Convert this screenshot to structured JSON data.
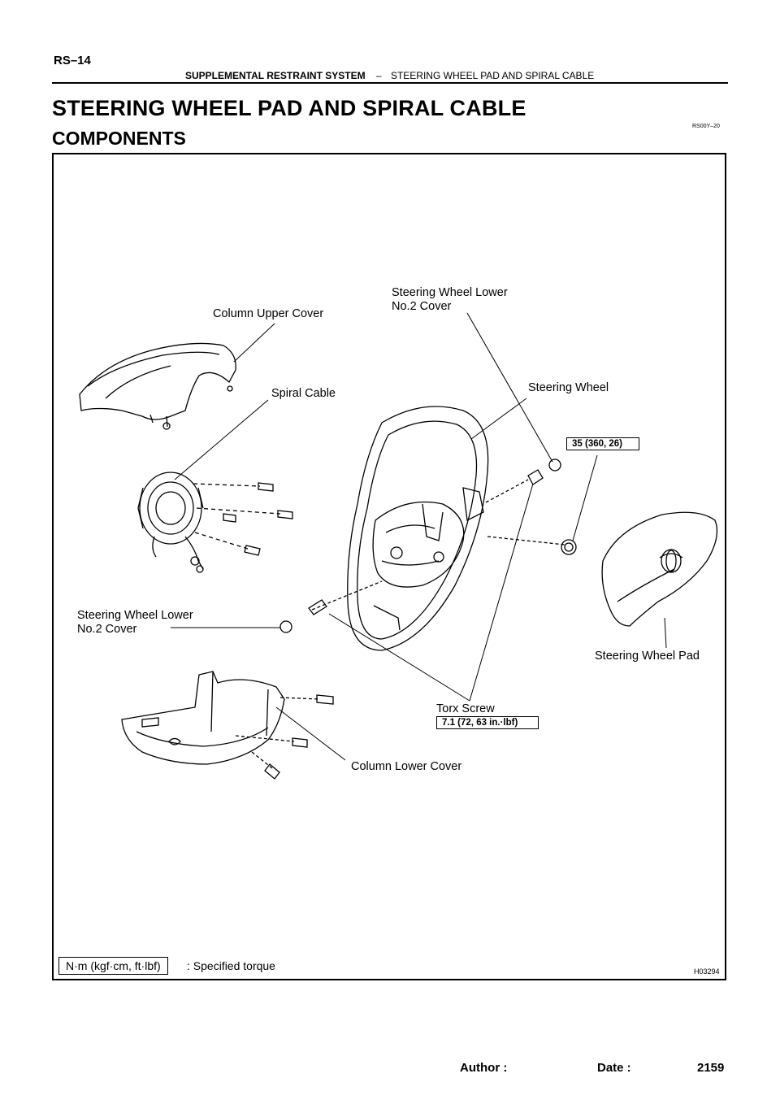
{
  "header": {
    "page_number": "RS–14",
    "section": "SUPPLEMENTAL RESTRAINT SYSTEM",
    "dash": "–",
    "subsection": "STEERING WHEEL PAD AND SPIRAL CABLE"
  },
  "title": "STEERING WHEEL PAD AND SPIRAL CABLE",
  "subtitle": "COMPONENTS",
  "doc_code": "RS00Y–20",
  "figure": {
    "labels": {
      "column_upper_cover": "Column Upper Cover",
      "wheel_lower_cover_top_1": "Steering Wheel Lower",
      "wheel_lower_cover_top_2": "No.2 Cover",
      "spiral_cable": "Spiral Cable",
      "steering_wheel": "Steering Wheel",
      "wheel_lower_cover_left_1": "Steering Wheel Lower",
      "wheel_lower_cover_left_2": "No.2 Cover",
      "steering_wheel_pad": "Steering Wheel Pad",
      "torx_screw": "Torx Screw",
      "column_lower_cover": "Column Lower Cover"
    },
    "torque_values": {
      "wheel_nut": "35 (360, 26)",
      "torx_screw": "7.1 (72, 63 in.·lbf)"
    },
    "legend": {
      "unit": "N·m (kgf·cm, ft·lbf)",
      "text": ": Specified torque"
    },
    "figure_code": "H03294"
  },
  "footer": {
    "author": "Author :",
    "date": "Date :",
    "page": "2159"
  }
}
